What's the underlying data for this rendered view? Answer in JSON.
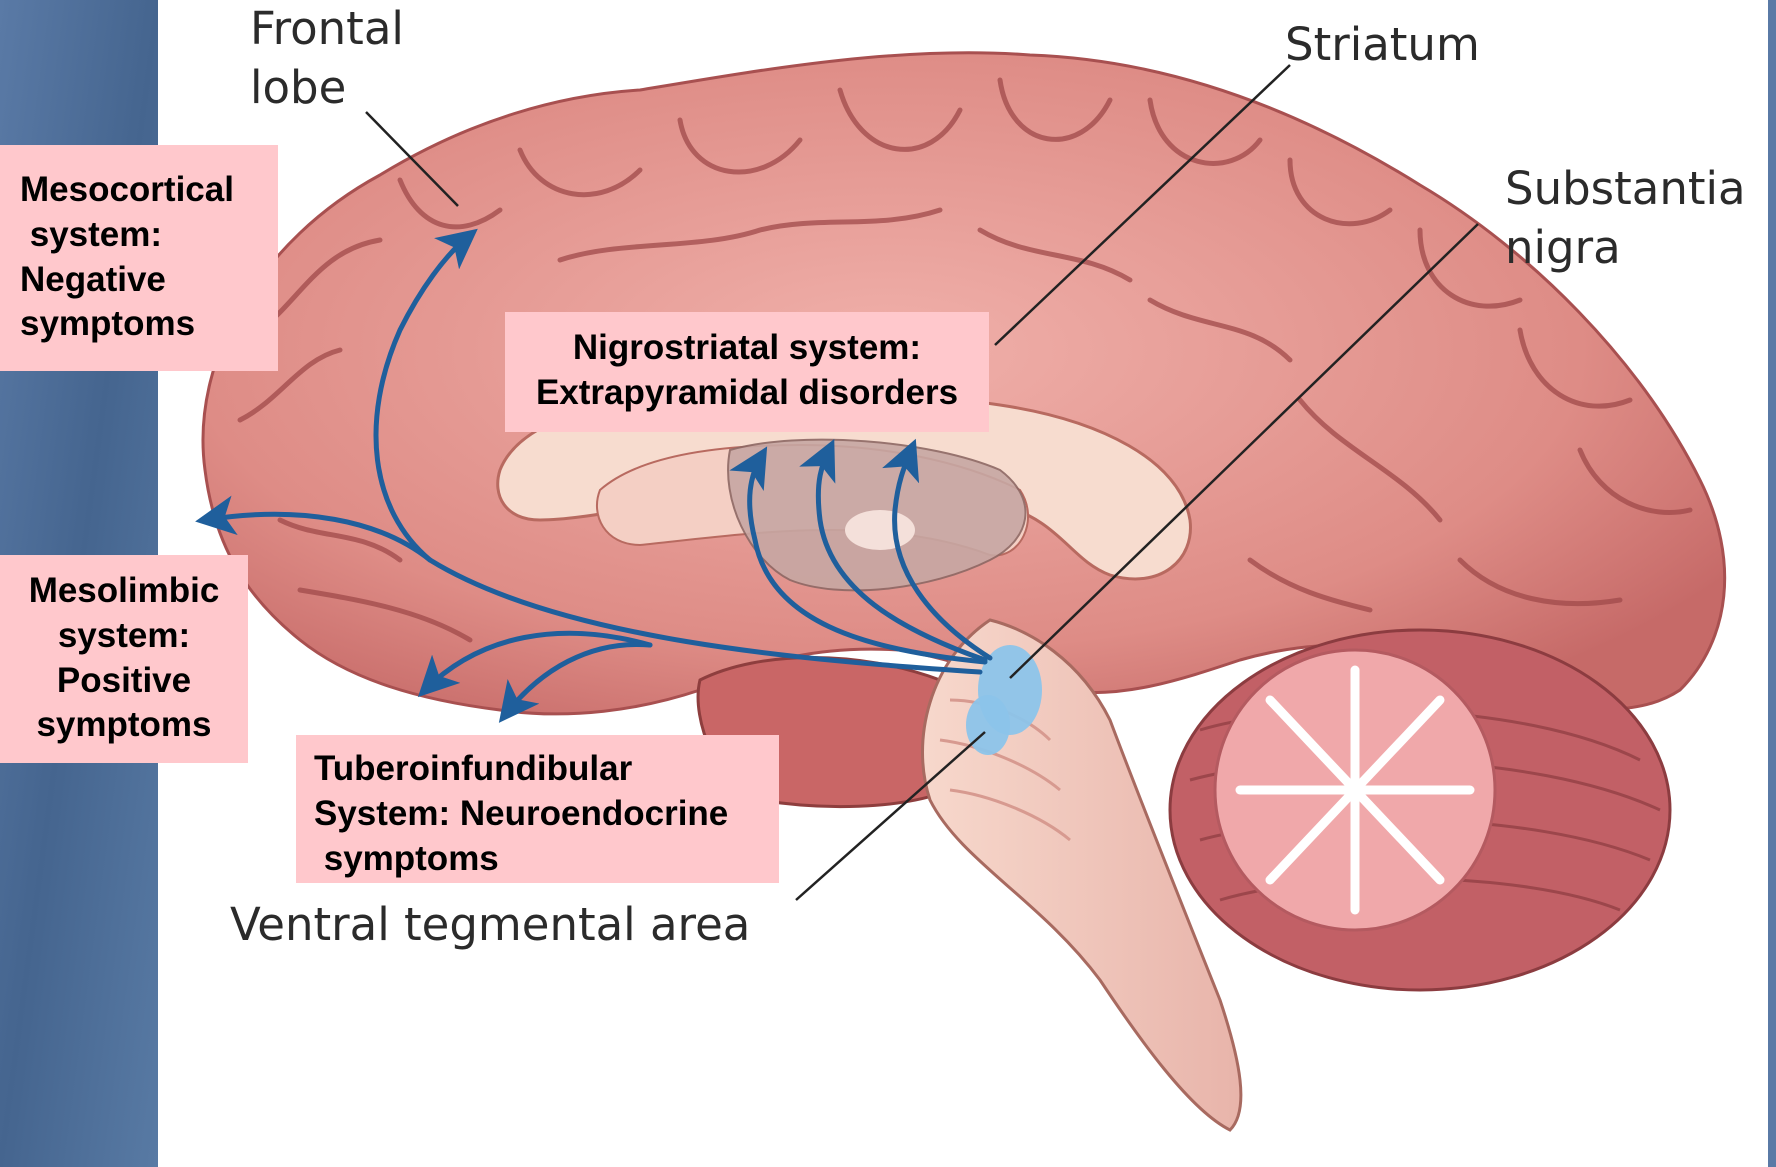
{
  "labels": {
    "frontal_lobe": [
      "Frontal",
      "lobe"
    ],
    "striatum": "Striatum",
    "substantia_nigra": [
      "Substantia",
      "nigra"
    ],
    "ventral_tegmental_area": "Ventral tegmental area"
  },
  "callouts": {
    "mesocortical": [
      "Mesocortical",
      " system:",
      "Negative",
      "symptoms"
    ],
    "nigrostriatal": [
      "Nigrostriatal system:",
      "Extrapyramidal disorders"
    ],
    "mesolimbic": [
      "Mesolimbic",
      "system:",
      "Positive",
      "symptoms"
    ],
    "tuberoinfundibular": [
      "Tuberoinfundibular",
      "System: Neuroendocrine",
      " symptoms"
    ]
  },
  "colors": {
    "slide_background": "#4f6e9a",
    "callout_fill": "#ffc8cc",
    "pathway_arrows": "#1f5f9c",
    "brain_cortex": "#d98585",
    "dopamine_nuclei": "#8cc4ea"
  }
}
